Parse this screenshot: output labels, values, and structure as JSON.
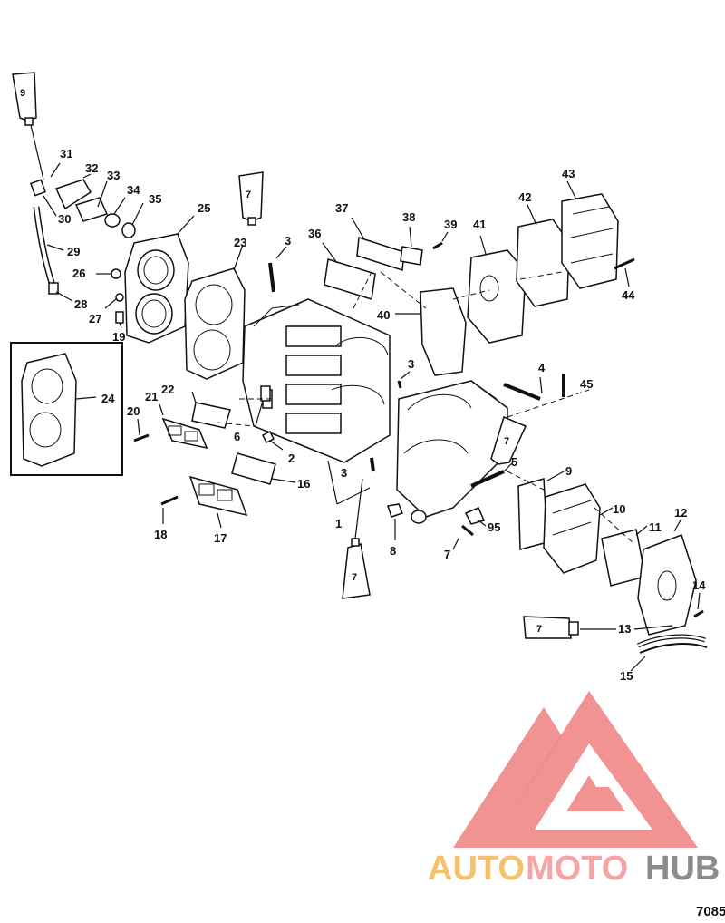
{
  "callouts": {
    "c1": "1",
    "c2": "2",
    "c3a": "3",
    "c3b": "3",
    "c3c": "3",
    "c4": "4",
    "c5": "5",
    "c6": "6",
    "c7a": "7",
    "c7b": "7",
    "c8": "8",
    "c9": "9",
    "c10": "10",
    "c11": "11",
    "c12": "12",
    "c13": "13",
    "c14": "14",
    "c15": "15",
    "c16": "16",
    "c17": "17",
    "c18": "18",
    "c19": "19",
    "c20": "20",
    "c21": "21",
    "c22": "22",
    "c23": "23",
    "c24": "24",
    "c25": "25",
    "c26": "26",
    "c27": "27",
    "c28": "28",
    "c29": "29",
    "c30": "30",
    "c31": "31",
    "c32": "32",
    "c33": "33",
    "c34": "34",
    "c35": "35",
    "c36": "36",
    "c37": "37",
    "c38": "38",
    "c39": "39",
    "c40": "40",
    "c41": "41",
    "c42": "42",
    "c43": "43",
    "c44": "44",
    "c45": "45",
    "c95": "95"
  },
  "tubes": {
    "t9": "9",
    "t7a": "7",
    "t7b": "7",
    "t7c": "7",
    "t7d": "7"
  },
  "watermark": {
    "auto": "AUTO",
    "moto": "MOTO",
    "hub": "HUB",
    "color_red": "#f08080",
    "color_orange": "#f5c16c",
    "color_gray": "#8c8c8c"
  },
  "diagram_id": "7085"
}
